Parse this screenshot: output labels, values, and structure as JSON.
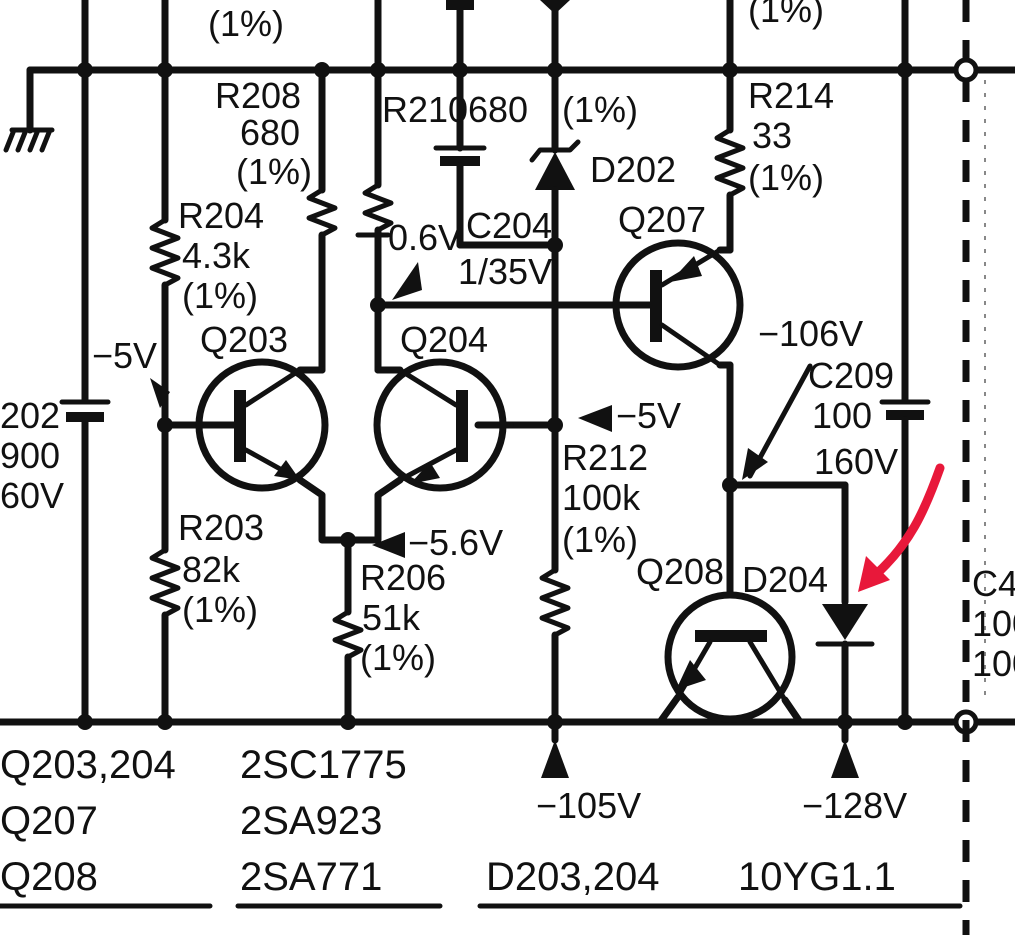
{
  "colors": {
    "ink": "#111111",
    "paper": "#ffffff",
    "annotation": "#e8183a"
  },
  "labels": {
    "top_pct_left": "(1%)",
    "top_pct_right": "(1%)",
    "r208": "R208",
    "r208_val": "680",
    "r208_pct": "(1%)",
    "r210": "R210",
    "r210_val": "680",
    "d202_pct": "(1%)",
    "d202": "D202",
    "r214": "R214",
    "r214_val": "33",
    "r214_pct": "(1%)",
    "r204": "R204",
    "r204_val": "4.3k",
    "r204_pct": "(1%)",
    "v_06": "0.6V",
    "c204": "C204",
    "c204_val": "1/35V",
    "q207": "Q207",
    "v_neg106": "−106V",
    "c209": "C209",
    "c209_val1": "100",
    "c209_val2": "160V",
    "v_neg5_left": "−5V",
    "q203": "Q203",
    "q204": "Q204",
    "v_neg5_right": "−5V",
    "c202_a": "202",
    "c202_b": "900",
    "c202_c": "60V",
    "r212": "R212",
    "r212_val": "100k",
    "r212_pct": "(1%)",
    "r203": "R203",
    "r203_val": "82k",
    "r203_pct": "(1%)",
    "v_neg56": "−5.6V",
    "r206": "R206",
    "r206_val": "51k",
    "r206_pct": "(1%)",
    "q208": "Q208",
    "d204": "D204",
    "c4_a": "C4",
    "c4_b": "100",
    "c4_c": "100",
    "v_neg105": "−105V",
    "v_neg128": "−128V"
  },
  "legend": {
    "rows": [
      {
        "parts": "Q203,204",
        "type": "2SC1775"
      },
      {
        "parts": "Q207",
        "type": "2SA923"
      },
      {
        "parts": "Q208",
        "type": "2SA771"
      }
    ],
    "diodes_parts": "D203,204",
    "diodes_type": "10YG1.1"
  }
}
